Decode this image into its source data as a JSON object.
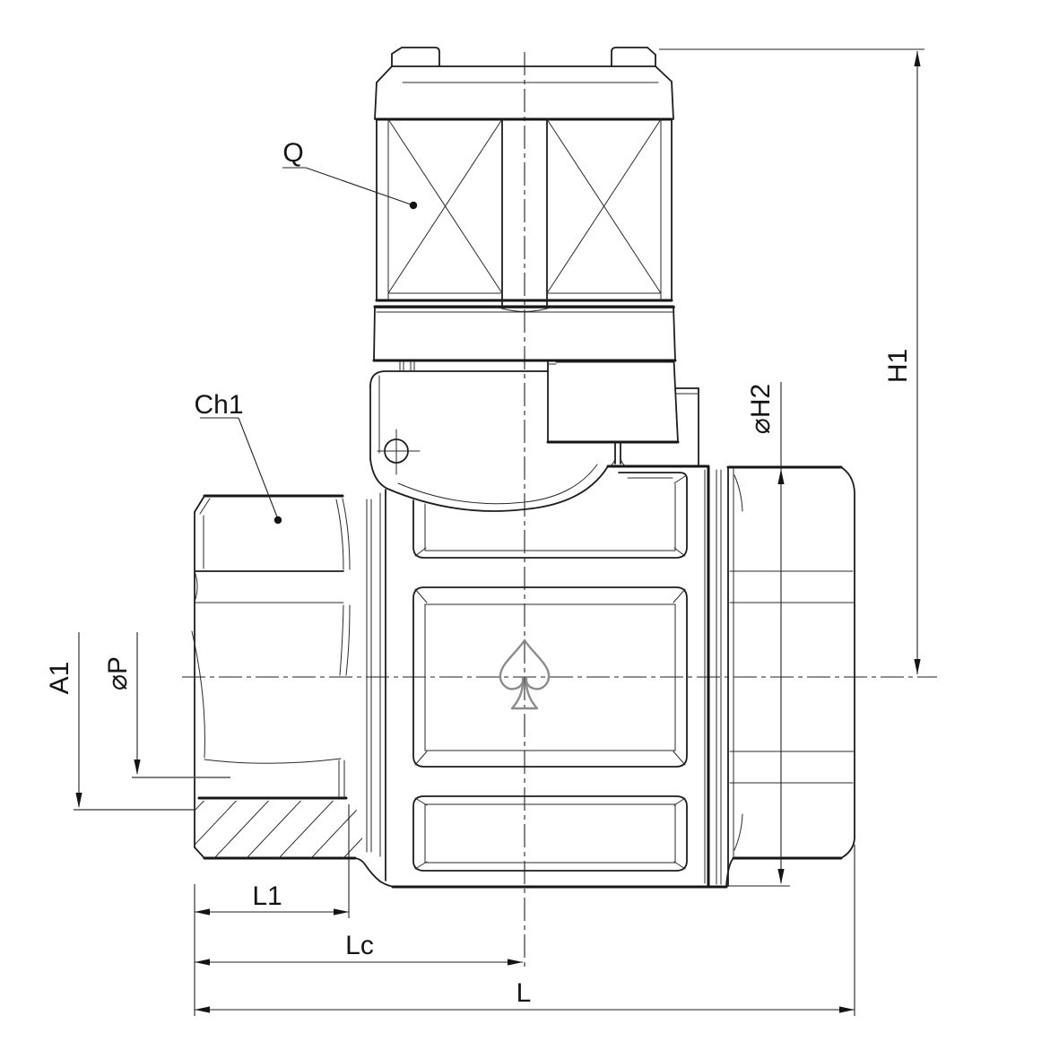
{
  "drawing": {
    "type": "technical-drawing",
    "subject": "ball-valve-with-lockable-knob-front-section-view",
    "labels": {
      "q": "Q",
      "ch1": "Ch1",
      "a1": "A1",
      "phi_p": "⌀P",
      "l1": "L1",
      "lc": "Lc",
      "l": "L",
      "h1": "H1",
      "phi_h2": "⌀H2"
    },
    "colors": {
      "line": "#161616",
      "dimension": "#222222",
      "logo_grey": "#8c8c8c",
      "background": "#ffffff"
    }
  }
}
